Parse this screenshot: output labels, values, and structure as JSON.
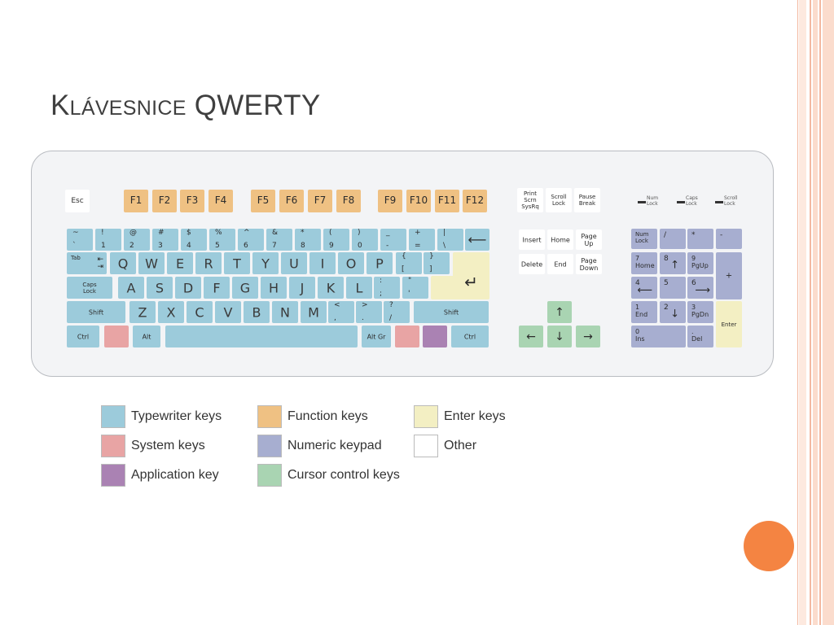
{
  "slide": {
    "title": "Klávesnice QWERTY"
  },
  "colors": {
    "typewriter": "#9ccbdb",
    "function": "#efc183",
    "enter": "#f3efc3",
    "system": "#e8a4a4",
    "numeric": "#a7aed0",
    "other": "#ffffff",
    "application": "#aa82b3",
    "cursor": "#a9d4b2",
    "accent_orb": "#f48442"
  },
  "indicators": [
    {
      "label": "Num\nLock"
    },
    {
      "label": "Caps\nLock"
    },
    {
      "label": "Scroll\nLock"
    }
  ],
  "keyboard": {
    "main_keys": {
      "esc": "Esc",
      "f1": "F1",
      "f2": "F2",
      "f3": "F3",
      "f4": "F4",
      "f5": "F5",
      "f6": "F6",
      "f7": "F7",
      "f8": "F8",
      "f9": "F9",
      "f10": "F10",
      "f11": "F11",
      "f12": "F12",
      "tab": "Tab",
      "caps": "Caps\nLock",
      "shift": "Shift",
      "ctrl": "Ctrl",
      "alt": "Alt",
      "altgr": "Alt Gr",
      "q": "Q",
      "w": "W",
      "e": "E",
      "r": "R",
      "t": "T",
      "y": "Y",
      "u": "U",
      "i": "I",
      "o": "O",
      "p": "P",
      "a": "A",
      "s": "S",
      "d": "D",
      "f": "F",
      "g": "G",
      "h": "H",
      "j": "J",
      "k": "K",
      "l": "L",
      "z": "Z",
      "x": "X",
      "c": "C",
      "v": "V",
      "b": "B",
      "n": "N",
      "m": "M",
      "backspace": "⟵",
      "enter": "↵",
      "tab_arrows": "⇤\n⇥"
    },
    "number_row": [
      {
        "top": "~",
        "bottom": "`"
      },
      {
        "top": "!",
        "bottom": "1"
      },
      {
        "top": "@",
        "bottom": "2"
      },
      {
        "top": "#",
        "bottom": "3"
      },
      {
        "top": "$",
        "bottom": "4"
      },
      {
        "top": "%",
        "bottom": "5"
      },
      {
        "top": "^",
        "bottom": "6"
      },
      {
        "top": "&",
        "bottom": "7"
      },
      {
        "top": "*",
        "bottom": "8"
      },
      {
        "top": "(",
        "bottom": "9"
      },
      {
        "top": ")",
        "bottom": "0"
      },
      {
        "top": "_",
        "bottom": "-"
      },
      {
        "top": "+",
        "bottom": "="
      },
      {
        "top": "|",
        "bottom": "\\"
      }
    ],
    "punct": {
      "lbrace": {
        "top": "{",
        "bottom": "["
      },
      "rbrace": {
        "top": "}",
        "bottom": "]"
      },
      "colon": {
        "top": ":",
        "bottom": ";"
      },
      "quote": {
        "top": "\"",
        "bottom": "'"
      },
      "lt": {
        "top": "<",
        "bottom": ","
      },
      "gt": {
        "top": ">",
        "bottom": "."
      },
      "question": {
        "top": "?",
        "bottom": "/"
      }
    },
    "nav": {
      "print": "Print\nScrn\nSysRq",
      "scroll": "Scroll\nLock",
      "pause": "Pause\nBreak",
      "insert": "Insert",
      "home": "Home",
      "pgup": "Page\nUp",
      "delete": "Delete",
      "end": "End",
      "pgdn": "Page\nDown",
      "up": "↑",
      "left": "←",
      "down": "↓",
      "right": "→"
    },
    "numpad": {
      "numlock": "Num\nLock",
      "div": "/",
      "mul": "*",
      "minus": "-",
      "plus": "+",
      "enter": "Enter",
      "n7": "7\nHome",
      "n8": "8",
      "n9": "9\nPgUp",
      "n4": "4",
      "n5": "5",
      "n6": "6",
      "n1": "1\nEnd",
      "n2": "2",
      "n3": "3\nPgDn",
      "n0": "0\nIns",
      "dot": ".\nDel",
      "a8": "↑",
      "a4": "⟵",
      "a6": "⟶",
      "a2": "↓"
    }
  },
  "legend": [
    {
      "label": "Typewriter keys",
      "color": "#9ccbdb"
    },
    {
      "label": "System keys",
      "color": "#e8a4a4"
    },
    {
      "label": "Application key",
      "color": "#aa82b3"
    },
    {
      "label": "Function keys",
      "color": "#efc183"
    },
    {
      "label": "Numeric keypad",
      "color": "#a7aed0"
    },
    {
      "label": "Cursor control keys",
      "color": "#a9d4b2"
    },
    {
      "label": "Enter keys",
      "color": "#f3efc3"
    },
    {
      "label": "Other",
      "color": "#ffffff"
    }
  ]
}
